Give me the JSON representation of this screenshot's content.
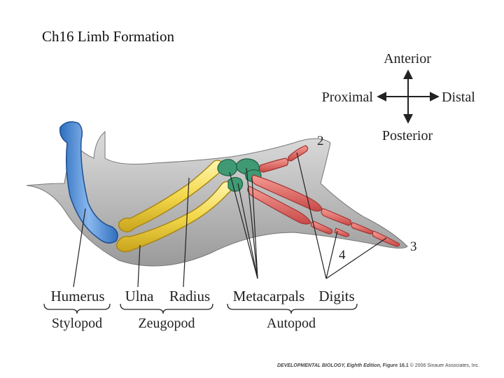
{
  "title": "Ch16 Limb Formation",
  "directions": {
    "anterior": "Anterior",
    "posterior": "Posterior",
    "proximal": "Proximal",
    "distal": "Distal"
  },
  "bones": {
    "humerus": "Humerus",
    "ulna": "Ulna",
    "radius": "Radius",
    "metacarpals": "Metacarpals",
    "digits": "Digits"
  },
  "segments": {
    "stylopod": "Stylopod",
    "zeugopod": "Zeugopod",
    "autopod": "Autopod"
  },
  "digit_numbers": {
    "d2": "2",
    "d3": "3",
    "d4": "4"
  },
  "credit": {
    "book": "DEVELOPMENTAL BIOLOGY, Eighth Edition,",
    "figure": "Figure 16.1",
    "copyright": "© 2006 Sinauer Associates, Inc."
  },
  "colors": {
    "humerus": "#4f8fd6",
    "zeugopod": "#f3d84a",
    "carpals": "#3f9a73",
    "digits": "#e0605e",
    "limb": "#c8c8c8"
  }
}
